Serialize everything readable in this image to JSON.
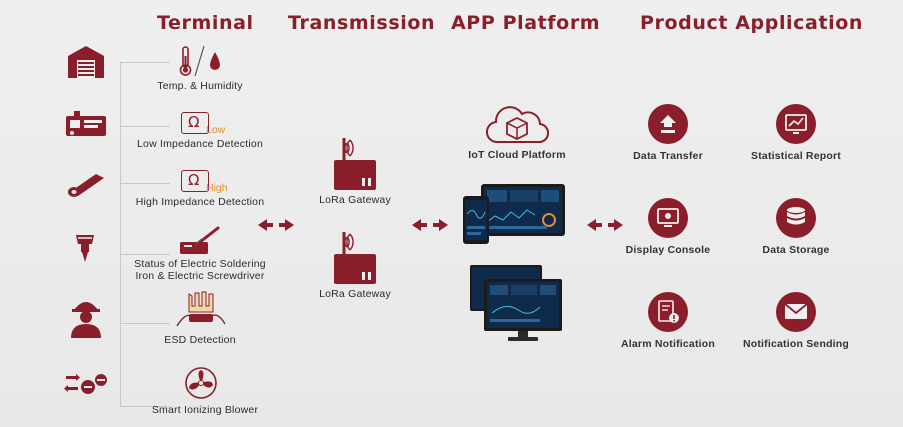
{
  "headers": {
    "terminal": "Terminal",
    "transmission": "Transmission",
    "app_platform": "APP Platform",
    "product_application": "Product Application"
  },
  "left_icons": [
    "warehouse-icon",
    "machine-icon",
    "conveyor-icon",
    "screwdriver-icon",
    "worker-icon",
    "controls-icon"
  ],
  "terminal_items": [
    {
      "label": "Temp. & Humidity",
      "icon": "thermometer-droplet-icon"
    },
    {
      "label": "Low Impedance Detection",
      "icon": "ohm-low-icon",
      "tag": "Low"
    },
    {
      "label": "High Impedance Detection",
      "icon": "ohm-high-icon",
      "tag": "High"
    },
    {
      "label_line1": "Status of Electric Soldering",
      "label_line2": "Iron & Electric Screwdriver",
      "icon": "soldering-iron-icon"
    },
    {
      "label": "ESD Detection",
      "icon": "wrist-strap-icon"
    },
    {
      "label": "Smart Ionizing Blower",
      "icon": "fan-icon"
    }
  ],
  "gateways": [
    {
      "label": "LoRa Gateway",
      "icon": "lora-gateway-icon"
    },
    {
      "label": "LoRa Gateway",
      "icon": "lora-gateway-icon"
    }
  ],
  "platform": {
    "cloud_label": "IoT Cloud Platform",
    "monitor_icon": "dashboard-monitor-icon",
    "tablet_icon": "dashboard-tablet-icon"
  },
  "applications": [
    {
      "label": "Data Transfer",
      "icon": "data-transfer-icon"
    },
    {
      "label": "Statistical Report",
      "icon": "statistical-report-icon"
    },
    {
      "label": "Display Console",
      "icon": "display-console-icon"
    },
    {
      "label": "Data Storage",
      "icon": "data-storage-icon"
    },
    {
      "label": "Alarm Notification",
      "icon": "alarm-notification-icon"
    },
    {
      "label": "Notification Sending",
      "icon": "notification-sending-icon"
    }
  ],
  "colors": {
    "accent": "#8a1f2b",
    "ohm_tag": "#e0902a",
    "screen": "#0f2a4a"
  }
}
